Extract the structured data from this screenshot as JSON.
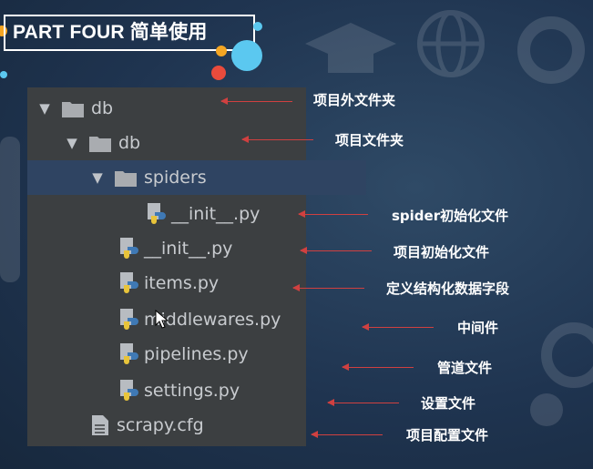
{
  "header": {
    "title": "PART FOUR 简单使用"
  },
  "colors": {
    "accent_orange": "#f5a623",
    "accent_red": "#e94b3c",
    "accent_blue": "#5bc8f0",
    "panel_bg": "#3c3f41",
    "selected_bg": "#2f4462",
    "annotation_red": "#d04040"
  },
  "tree": {
    "rows": [
      {
        "name": "db",
        "type": "folder",
        "expanded": true
      },
      {
        "name": "db",
        "type": "folder",
        "expanded": true
      },
      {
        "name": "spiders",
        "type": "folder",
        "expanded": true,
        "selected": true
      },
      {
        "name": "__init__.py",
        "type": "python"
      },
      {
        "name": "__init__.py",
        "type": "python"
      },
      {
        "name": "items.py",
        "type": "python"
      },
      {
        "name": "middlewares.py",
        "type": "python"
      },
      {
        "name": "pipelines.py",
        "type": "python"
      },
      {
        "name": "settings.py",
        "type": "python"
      },
      {
        "name": "scrapy.cfg",
        "type": "config"
      }
    ]
  },
  "annotations": [
    "项目外文件夹",
    "项目文件夹",
    "spider初始化文件",
    "项目初始化文件",
    "定义结构化数据字段",
    "中间件",
    "管道文件",
    "设置文件",
    "项目配置文件"
  ]
}
